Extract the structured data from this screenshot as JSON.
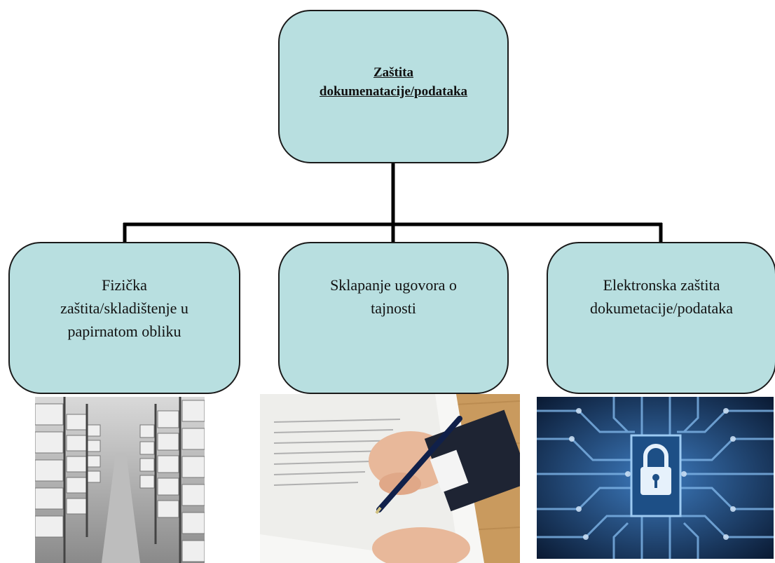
{
  "root": {
    "label": "Zaštita\ndokumenatacije/podataka"
  },
  "children": [
    {
      "label": "Fizička\nzaštita/skladištenje u\npapirnatom obliku"
    },
    {
      "label": "Sklapanje ugovora o\ntajnosti"
    },
    {
      "label": "Elektronska zaštita\ndokumetacije/podataka"
    }
  ],
  "images": [
    {
      "name": "archive-shelves-photo"
    },
    {
      "name": "signing-contract-photo"
    },
    {
      "name": "circuit-lock-photo"
    }
  ],
  "colors": {
    "box_fill": "#b8dfe0",
    "box_border": "#1a1a1a",
    "connector": "#000000"
  }
}
